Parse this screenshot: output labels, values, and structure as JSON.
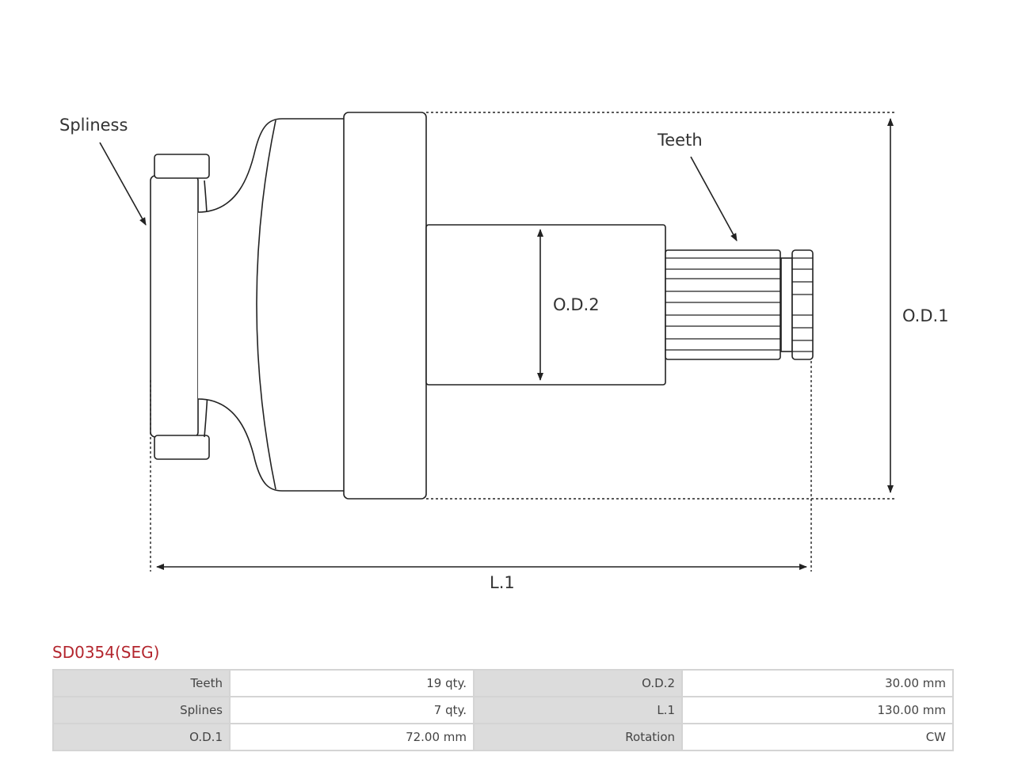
{
  "diagram": {
    "labels": {
      "spliness": "Spliness",
      "teeth": "Teeth",
      "od2": "O.D.2",
      "od1": "O.D.1",
      "l1": "L.1"
    }
  },
  "part_title": "SD0354(SEG)",
  "specs": [
    {
      "label": "Teeth",
      "value": "19 qty.",
      "label2": "O.D.2",
      "value2": "30.00 mm"
    },
    {
      "label": "Splines",
      "value": "7 qty.",
      "label2": "L.1",
      "value2": "130.00 mm"
    },
    {
      "label": "O.D.1",
      "value": "72.00 mm",
      "label2": "Rotation",
      "value2": "CW"
    }
  ]
}
